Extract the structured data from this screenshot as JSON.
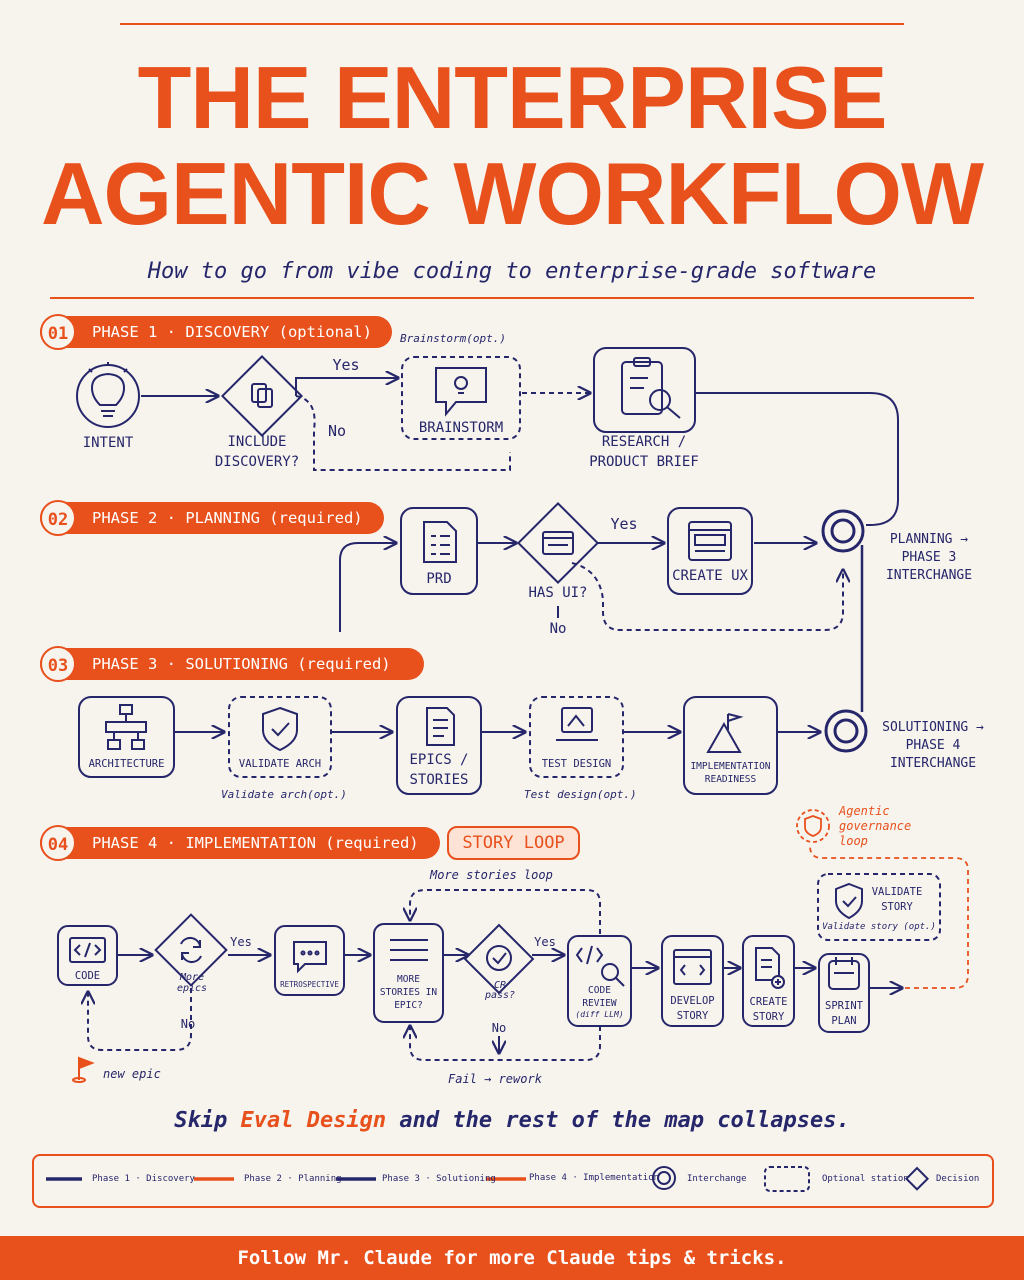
{
  "title": {
    "line1": "THE ENTERPRISE",
    "line2": "AGENTIC WORKFLOW"
  },
  "subtitle": "How to go from vibe coding to enterprise-grade software",
  "phases": [
    {
      "num": "01",
      "label": "PHASE 1 · DISCOVERY (optional)"
    },
    {
      "num": "02",
      "label": "PHASE 2 · PLANNING (required)"
    },
    {
      "num": "03",
      "label": "PHASE 3 · SOLUTIONING (required)"
    },
    {
      "num": "04",
      "label": "PHASE 4 · IMPLEMENTATION (required)"
    }
  ],
  "phase1": {
    "intent": "INTENT",
    "include_discovery_1": "INCLUDE",
    "include_discovery_2": "DISCOVERY?",
    "yes": "Yes",
    "no": "No",
    "brainstorm_note": "Brainstorm(opt.)",
    "brainstorm": "BRAINSTORM",
    "research_1": "RESEARCH /",
    "research_2": "PRODUCT BRIEF"
  },
  "phase2": {
    "prd": "PRD",
    "has_ui": "HAS UI?",
    "yes": "Yes",
    "no": "No",
    "create_ux": "CREATE UX",
    "interchange_1": "PLANNING →",
    "interchange_2": "PHASE 3",
    "interchange_3": "INTERCHANGE"
  },
  "phase3": {
    "architecture": "ARCHITECTURE",
    "validate_arch": "VALIDATE ARCH",
    "validate_arch_note": "Validate arch(opt.)",
    "epics_1": "EPICS /",
    "epics_2": "STORIES",
    "test_design": "TEST DESIGN",
    "test_design_note": "Test design(opt.)",
    "impl_readiness_1": "IMPLEMENTATION",
    "impl_readiness_2": "READINESS",
    "interchange_1": "SOLUTIONING →",
    "interchange_2": "PHASE 4",
    "interchange_3": "INTERCHANGE"
  },
  "phase4": {
    "story_loop": "STORY LOOP",
    "governance_1": "Agentic",
    "governance_2": "governance",
    "governance_3": "loop",
    "validate_story_1": "VALIDATE",
    "validate_story_2": "STORY",
    "validate_story_note": "Validate story (opt.)",
    "more_stories_loop": "More stories loop",
    "code": "CODE",
    "more_epics_1": "More",
    "more_epics_2": "epics",
    "yes": "Yes",
    "no": "No",
    "retrospective": "RETROSPECTIVE",
    "more_stories_1": "MORE",
    "more_stories_2": "STORIES IN",
    "more_stories_3": "EPIC?",
    "cr_pass_1": "CR",
    "cr_pass_2": "pass?",
    "yes2": "Yes",
    "no2": "No",
    "code_review_1": "CODE",
    "code_review_2": "REVIEW",
    "code_review_3": "(diff LLM)",
    "develop_1": "DEVELOP",
    "develop_2": "STORY",
    "create_story_1": "CREATE",
    "create_story_2": "STORY",
    "sprint_1": "SPRINT",
    "sprint_2": "PLAN",
    "new_epic": "new epic",
    "fail_rework": "Fail → rework"
  },
  "tagline": {
    "pre": "Skip ",
    "highlight": "Eval Design",
    "post": " and the rest of the map collapses."
  },
  "legend": {
    "phase1": "Phase 1 · Discovery",
    "phase2": "Phase 2 · Planning",
    "phase3": "Phase 3 · Solutioning",
    "phase4": "Phase 4 · Implementation",
    "interchange": "Interchange",
    "optional": "Optional station",
    "decision": "Decision"
  },
  "footer": "Follow Mr. Claude for more Claude tips & tricks.",
  "colors": {
    "orange": "#e8501c",
    "navy": "#26266a",
    "background": "#f7f4ee"
  }
}
